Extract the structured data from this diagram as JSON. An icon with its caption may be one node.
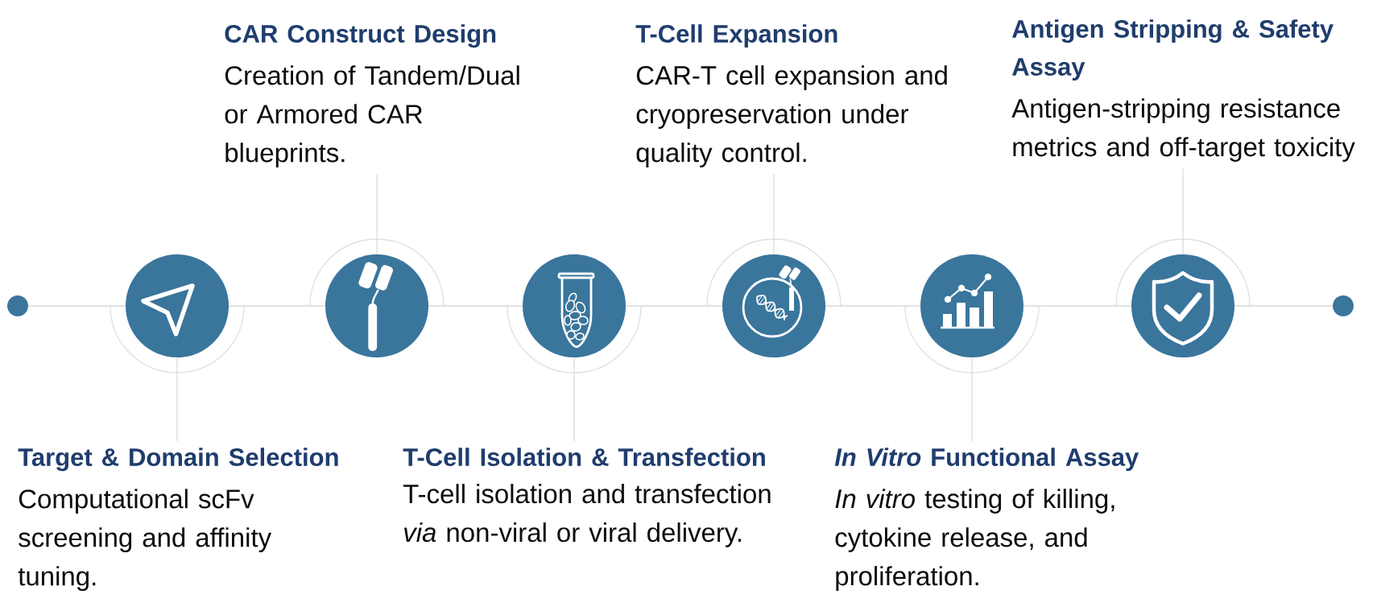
{
  "diagram": {
    "nodes": [
      {
        "text": [],
        "shape": "circle"
      },
      {
        "text": [],
        "shape": "circle"
      },
      {
        "text": [],
        "shape": "circle"
      },
      {
        "text": [],
        "shape": "circle"
      },
      {
        "text": [],
        "shape": "circle"
      },
      {
        "text": [],
        "shape": "circle"
      },
      {
        "text": [],
        "shape": "circle"
      },
      {
        "text": [],
        "shape": "circle"
      },
      {
        "text": [
          "Target & Domain Selection",
          "Computational scFv screening and affinity tuning."
        ]
      },
      {
        "text": [
          "CAR Construct Design",
          "Creation of Tandem/Dual or Armored CAR blueprints."
        ]
      },
      {
        "text": [
          "T-Cell Isolation & Transfection",
          "T-cell isolation and transfection *via* non-viral or viral delivery."
        ]
      },
      {
        "text": [
          "T-Cell Expansion",
          "CAR-T cell expansion and cryopreservation under quality control."
        ]
      },
      {
        "text": [
          "*In Vitro* Functional Assay",
          "*In vitro* testing of killing, cytokine release, and proliferation."
        ]
      },
      {
        "text": [
          "Antigen Stripping & Safety Assay",
          "Antigen-stripping resistance metrics and off-target toxicity"
        ]
      }
    ],
    "edges": [
      {
        "from": 0,
        "to": 1,
        "arrow": "none"
      },
      {
        "from": 1,
        "to": 2,
        "arrow": "none"
      },
      {
        "from": 2,
        "to": 3,
        "arrow": "none"
      },
      {
        "from": 3,
        "to": 4,
        "arrow": "none"
      },
      {
        "from": 4,
        "to": 5,
        "arrow": "none"
      },
      {
        "from": 5,
        "to": 6,
        "arrow": "none"
      },
      {
        "from": 6,
        "to": 7,
        "arrow": "none"
      },
      {
        "from": 8,
        "to": 1,
        "arrow": "none"
      },
      {
        "from": 9,
        "to": 2,
        "arrow": "none"
      },
      {
        "from": 10,
        "to": 3,
        "arrow": "none"
      },
      {
        "from": 11,
        "to": 4,
        "arrow": "none"
      },
      {
        "from": 12,
        "to": 5,
        "arrow": "none"
      },
      {
        "from": 13,
        "to": 6,
        "arrow": "none"
      }
    ]
  }
}
